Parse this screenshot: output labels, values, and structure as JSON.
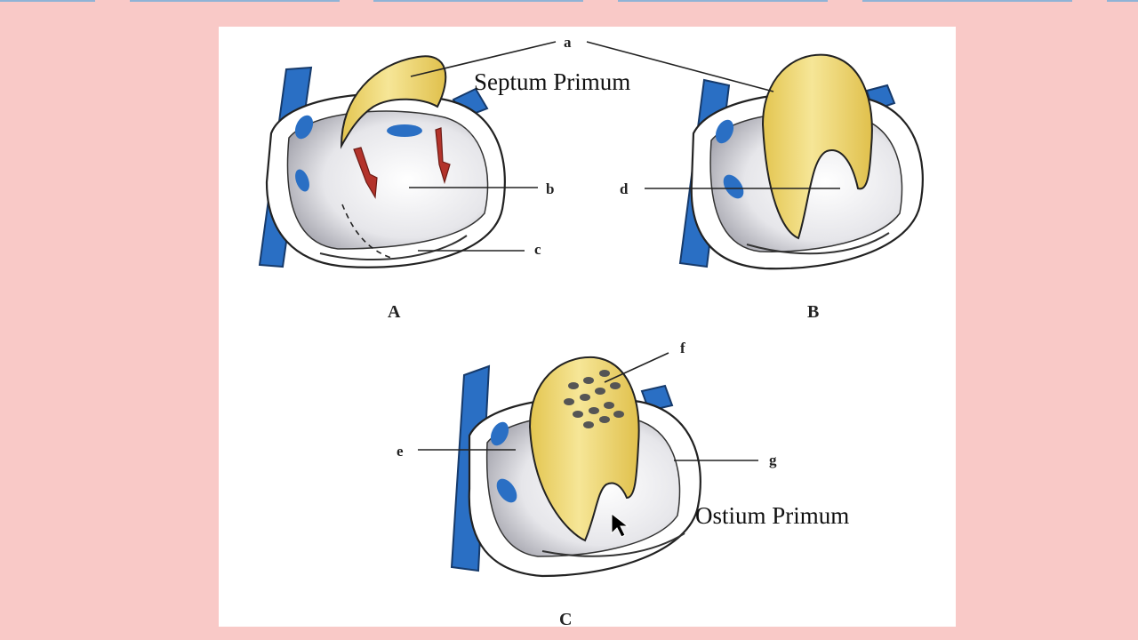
{
  "figure": {
    "callouts": {
      "septum_primum": "Septum Primum",
      "ostium_primum": "Ostium Primum"
    },
    "labels": {
      "a": "a",
      "b": "b",
      "c": "c",
      "d": "d",
      "e": "e",
      "f": "f",
      "g": "g"
    },
    "panels": {
      "A": "A",
      "B": "B",
      "C": "C"
    },
    "colors": {
      "background": "#f9c9c7",
      "septum": "#f0db7a",
      "vessel": "#2a6fc4",
      "arrow": "#b3332b",
      "heart_wall": "#ffffff"
    },
    "icons": [
      "mouse-cursor-icon"
    ]
  }
}
